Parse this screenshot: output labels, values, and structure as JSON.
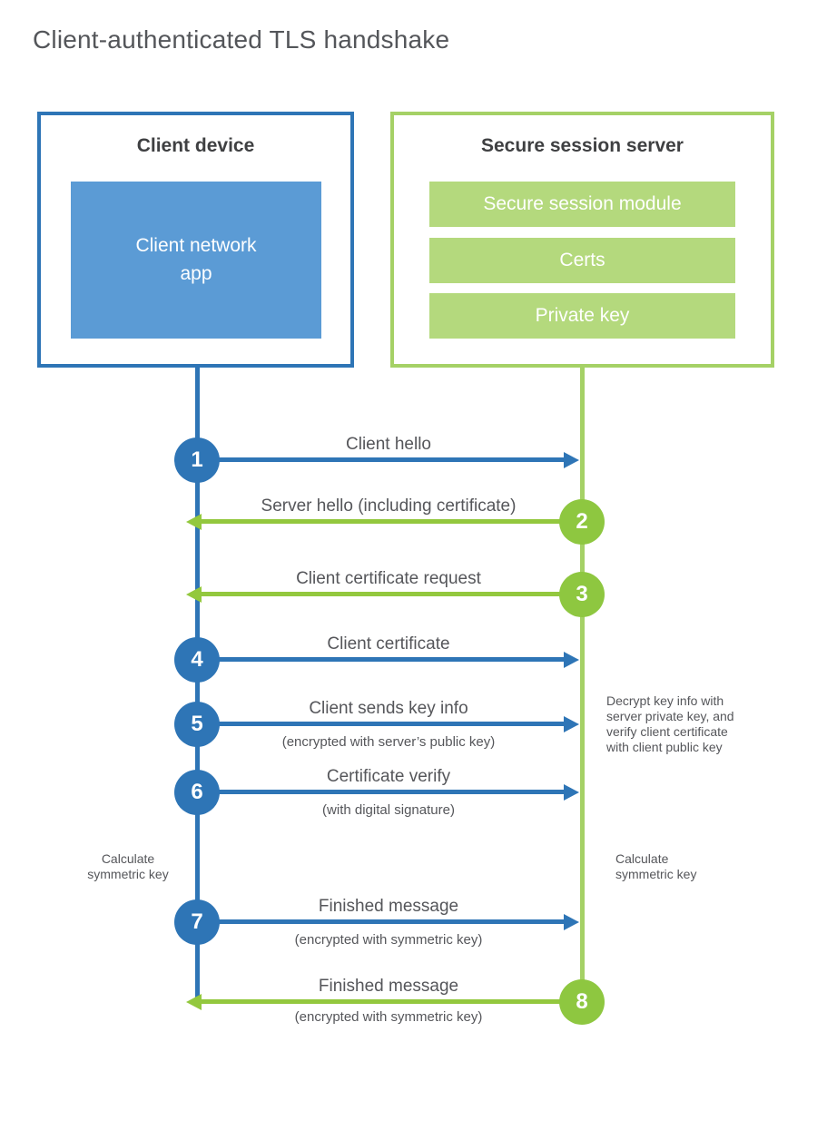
{
  "title": "Client-authenticated TLS handshake",
  "colors": {
    "blue_dark": "#2e75b6",
    "blue_fill": "#5b9bd5",
    "green_border": "#a5d166",
    "green_fill": "#b4d97d",
    "green_circle": "#8ec740",
    "heading_text": "#3f4042",
    "label_text": "#55565a"
  },
  "client": {
    "heading": "Client device",
    "app_label": "Client network\napp"
  },
  "server": {
    "heading": "Secure session server",
    "modules": [
      "Secure session module",
      "Certs",
      "Private key"
    ]
  },
  "steps": [
    {
      "num": "1",
      "label": "Client hello",
      "direction": "client-to-server"
    },
    {
      "num": "2",
      "label": "Server hello (including certificate)",
      "direction": "server-to-client"
    },
    {
      "num": "3",
      "label": "Client certificate request",
      "direction": "server-to-client"
    },
    {
      "num": "4",
      "label": "Client certificate",
      "direction": "client-to-server"
    },
    {
      "num": "5",
      "label": "Client sends key info",
      "sub": "(encrypted with server’s public key)",
      "direction": "client-to-server"
    },
    {
      "num": "6",
      "label": "Certificate verify",
      "sub": "(with digital signature)",
      "direction": "client-to-server"
    },
    {
      "num": "7",
      "label": "Finished message",
      "sub": "(encrypted with symmetric key)",
      "direction": "client-to-server"
    },
    {
      "num": "8",
      "label": "Finished message",
      "sub": "(encrypted with symmetric key)",
      "direction": "server-to-client"
    }
  ],
  "notes": {
    "decrypt": "Decrypt key info with server private key, and verify client certificate with client public key",
    "calc_left": "Calculate symmetric key",
    "calc_right": "Calculate symmetric key"
  }
}
